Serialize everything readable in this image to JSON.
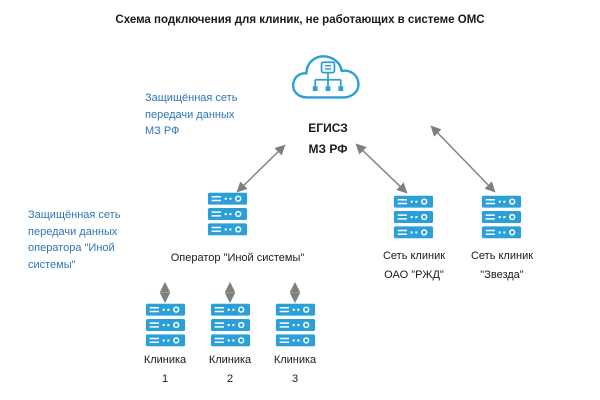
{
  "title": "Схема подключения для клиник, не работающих в системе ОМС",
  "cloud": {
    "label_line1": "ЕГИСЗ",
    "label_line2": "МЗ РФ"
  },
  "annotations": {
    "mz_network": "Защищённая сеть передачи данных МЗ РФ",
    "operator_network": "Защищённая сеть передачи данных оператора \"Иной системы\""
  },
  "operator": {
    "label": "Оператор \"Иной системы\""
  },
  "networks": [
    {
      "line1": "Сеть клиник",
      "line2": "ОАО \"РЖД\""
    },
    {
      "line1": "Сеть клиник",
      "line2": "\"Звезда\""
    }
  ],
  "clinics": [
    {
      "line1": "Клиника",
      "line2": "1"
    },
    {
      "line1": "Клиника",
      "line2": "2"
    },
    {
      "line1": "Клиника",
      "line2": "3"
    }
  ],
  "colors": {
    "accent_blue": "#2e75b6",
    "icon_blue": "#2b9fd8",
    "arrow_gray": "#7f7f7f"
  }
}
